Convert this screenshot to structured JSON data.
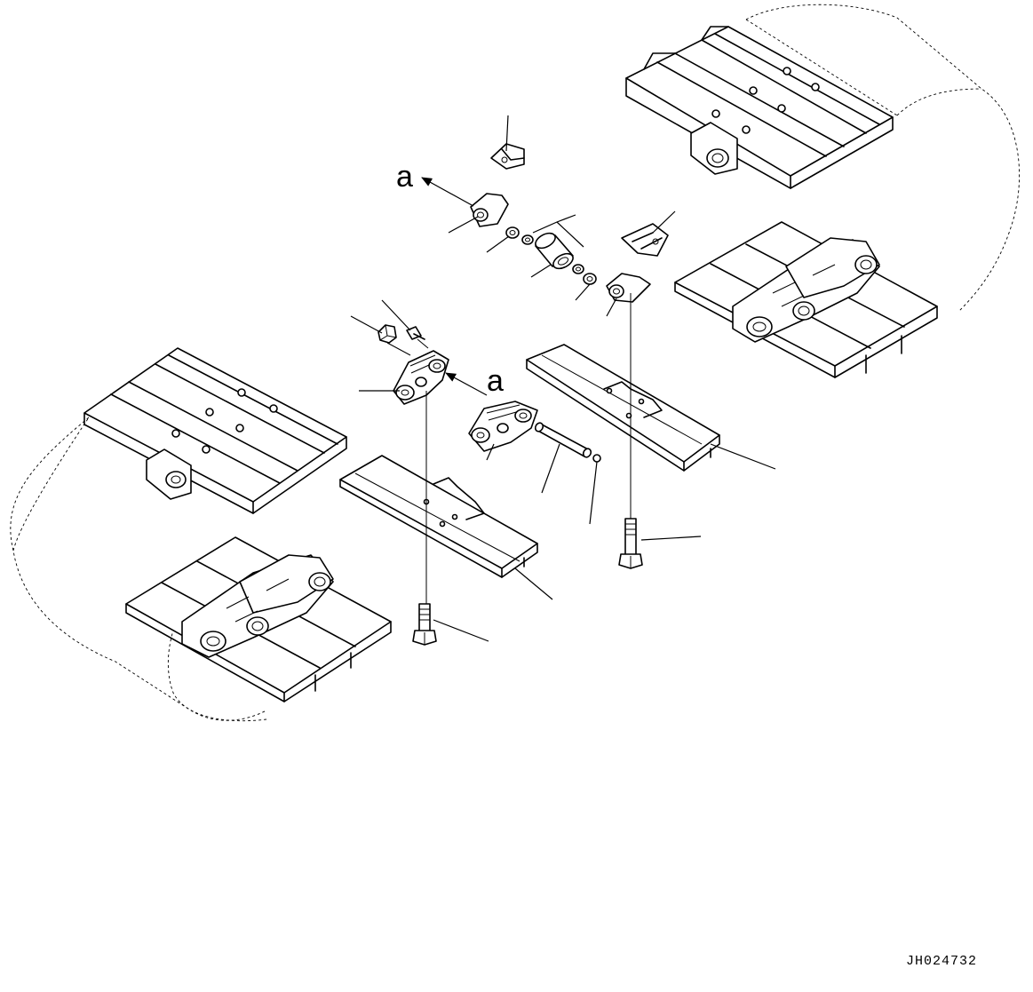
{
  "diagram": {
    "callout_letter_top": "a",
    "callout_letter_mid": "a",
    "drawing_code": "JH024732"
  }
}
